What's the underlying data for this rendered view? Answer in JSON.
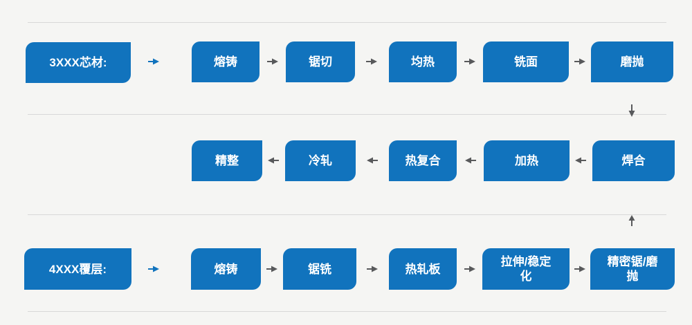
{
  "colors": {
    "background": "#f5f5f3",
    "box_blue": "#1173bd",
    "arrow_gray": "#58595b",
    "arrow_blue": "#1173bd",
    "divider_gray": "#d8d8d8",
    "box_text": "#ffffff"
  },
  "diagram": {
    "rows": [
      {
        "label": "3XXX芯材:",
        "direction": "right",
        "steps": [
          "熔铸",
          "锯切",
          "均热",
          "铣面",
          "磨抛"
        ]
      },
      {
        "direction": "left",
        "steps": [
          "精整",
          "冷轧",
          "热复合",
          "加热",
          "焊合"
        ]
      },
      {
        "label": "4XXX覆层:",
        "direction": "right",
        "steps": [
          "熔铸",
          "锯铣",
          "热轧板",
          "拉伸/稳定\n化",
          "精密锯/磨\n抛"
        ]
      }
    ],
    "vertical_connectors": [
      {
        "from": "磨抛",
        "to": "焊合",
        "direction": "down"
      },
      {
        "from": "精密锯/磨抛",
        "to": "焊合",
        "direction": "up"
      }
    ]
  }
}
